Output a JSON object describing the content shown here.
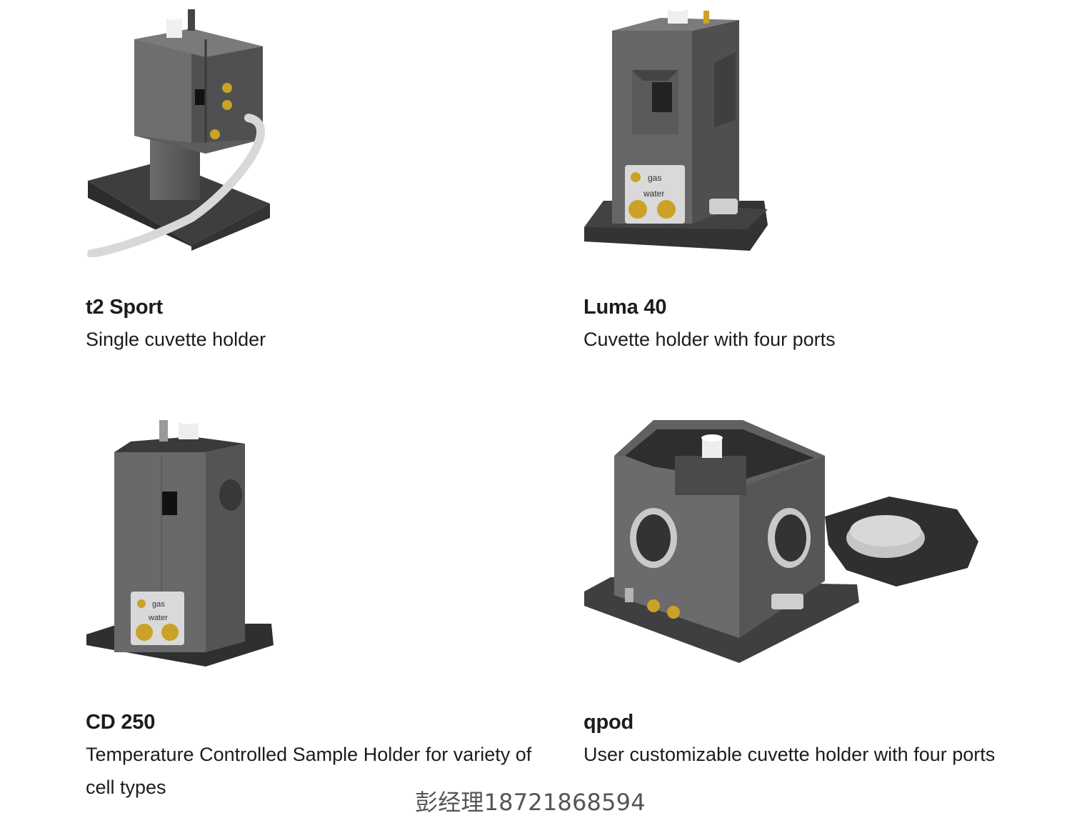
{
  "products": [
    {
      "title": "t2 Sport",
      "description": "Single cuvette holder",
      "image": "t2-sport-cuvette-holder"
    },
    {
      "title": "Luma 40",
      "description": "Cuvette holder with four ports",
      "image": "luma-40-cuvette-holder",
      "port_labels": [
        "gas",
        "water"
      ]
    },
    {
      "title": "CD 250",
      "description": "Temperature Controlled Sample Holder for variety of cell types",
      "image": "cd-250-sample-holder",
      "port_labels": [
        "gas",
        "water"
      ]
    },
    {
      "title": "qpod",
      "description": "User customizable cuvette holder with four ports",
      "image": "qpod-cuvette-holder"
    }
  ],
  "contact": "彭经理18721868594",
  "colors": {
    "body": "#5a5a5c",
    "dark": "#3c3c3e",
    "brass": "#c9a227",
    "text": "#1c1c1c"
  }
}
